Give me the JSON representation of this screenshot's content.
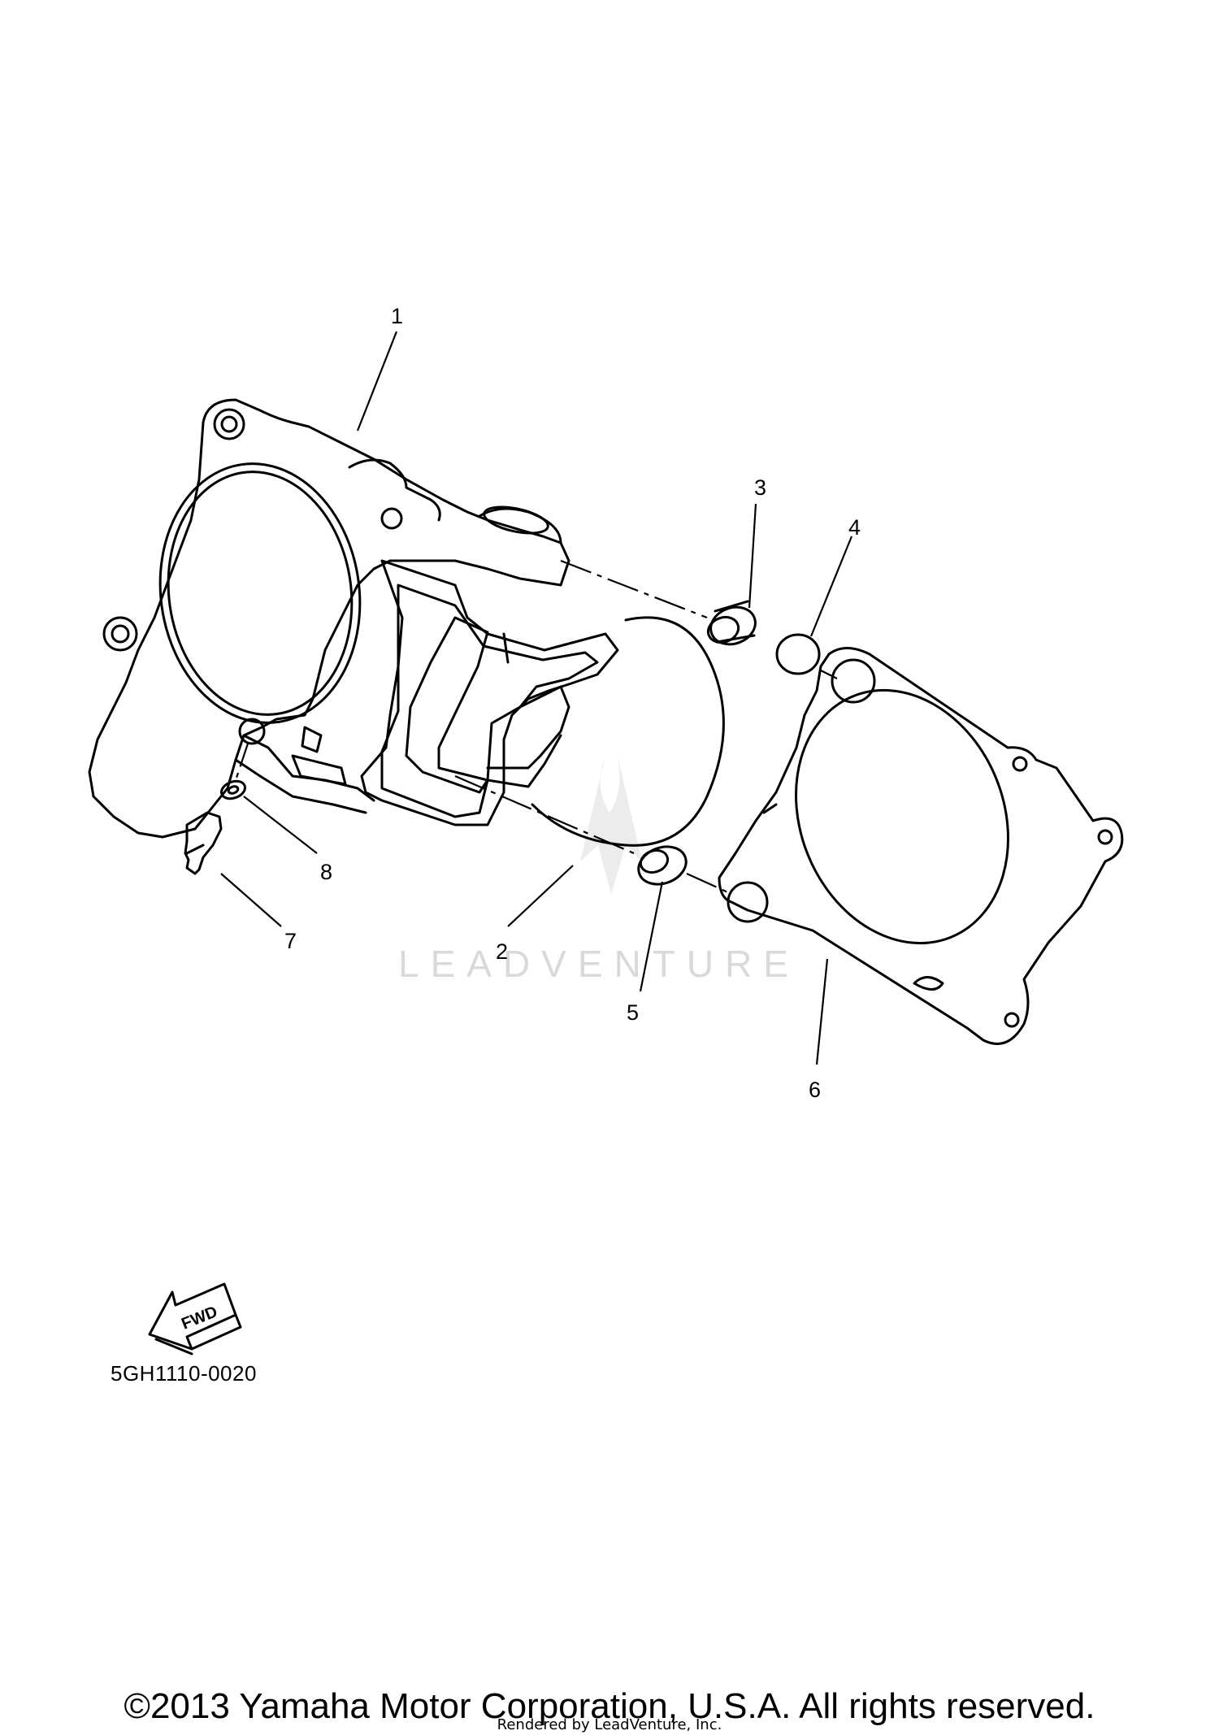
{
  "watermark": {
    "text": "LEADVENTURE",
    "logo_icon": "leadventure-flame-logo"
  },
  "callouts": {
    "c1": "1",
    "c2": "2",
    "c3": "3",
    "c4": "4",
    "c5": "5",
    "c6": "6",
    "c7": "7",
    "c8": "8"
  },
  "direction_indicator": {
    "label": "FWD",
    "icon": "forward-arrow-icon"
  },
  "diagram_code": "5GH1110-0020",
  "copyright": "©2013 Yamaha Motor Corporation, U.S.A. All rights reserved.",
  "rendered_by": "Rendered by LeadVenture, Inc."
}
